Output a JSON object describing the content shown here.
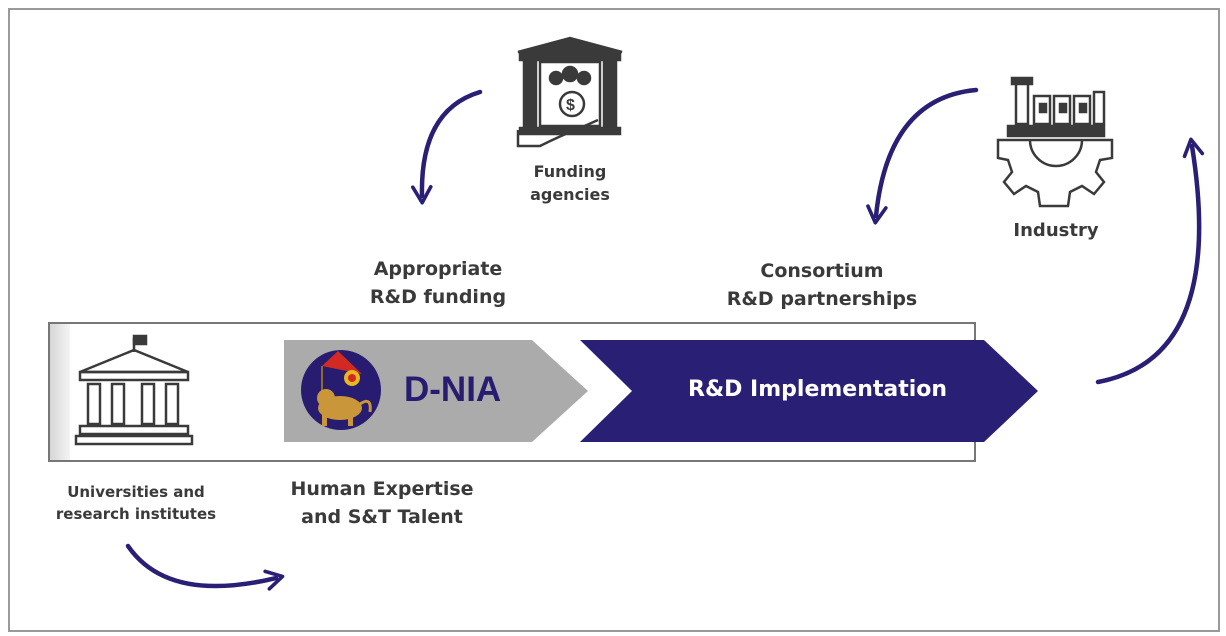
{
  "nodes": {
    "funding_agencies": [
      "Funding",
      "agencies"
    ],
    "industry": "Industry",
    "universities": [
      "Universities and",
      "research institutes"
    ],
    "dnia": "D-NIA",
    "implementation": "R&D Implementation"
  },
  "flow_labels": {
    "funding": [
      "Appropriate",
      "R&D funding"
    ],
    "consortium": [
      "Consortium",
      "R&D partnerships"
    ],
    "expertise": [
      "Human Expertise",
      "and S&T Talent"
    ]
  },
  "colors": {
    "arrow": "#291f75",
    "chevron_grey": "#ababab",
    "chevron_dark": "#291f75",
    "icon": "#3a3a3a"
  },
  "icons": [
    "bank-funding-icon",
    "factory-gear-icon",
    "university-building-icon",
    "dnia-logo"
  ]
}
